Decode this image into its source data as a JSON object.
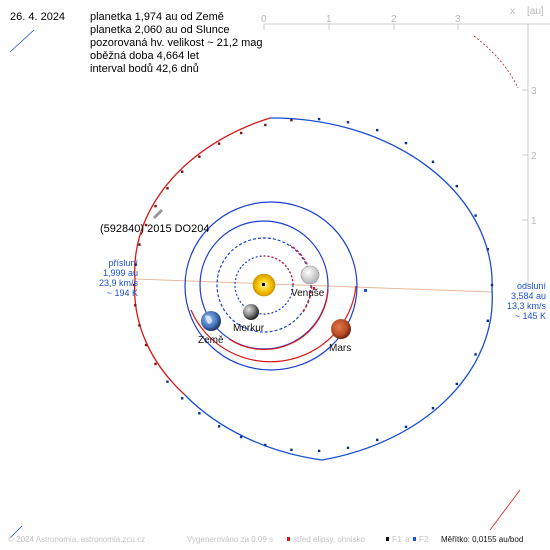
{
  "header": {
    "date": "26. 4. 2024",
    "lines": [
      "planetka 1,974 au od Země",
      "planetka 2,060 au od Slunce",
      "pozorovaná hv. velikost ~ 21,2 mag",
      "oběžná doba 4,664 let",
      "interval bodů 42,6 dnů"
    ]
  },
  "axes": {
    "x_ticks": [
      "0",
      "1",
      "2",
      "3"
    ],
    "x_label": "x",
    "y_ticks": [
      "1",
      "2",
      "3"
    ],
    "unit": "[au]"
  },
  "asteroid": {
    "name": "(592840) 2015 DO204"
  },
  "perihelion": {
    "title": "přísluní",
    "distance": "1,999 au",
    "speed": "23,9 km/s",
    "temperature": "~ 194 K"
  },
  "aphelion": {
    "title": "odsluní",
    "distance": "3,584 au",
    "speed": "13,3 km/s",
    "temperature": "~ 145 K"
  },
  "planets": {
    "venus": "Venuše",
    "mercury": "Merkur",
    "earth": "Země",
    "mars": "Mars"
  },
  "footer": {
    "copyright": "© 2024 Astronomia, astronomia.zcu.cz",
    "generated": "Vygenerováno za 0,09 s",
    "legend_center": "střed elipsy, ohnisko",
    "legend_f1": "F1",
    "legend_a": "a",
    "legend_f2": "F2",
    "scale": "Měřítko: 0,0155 au/bod"
  },
  "colors": {
    "asteroid_above": "#d81818",
    "asteroid_below": "#1a4fd6",
    "planet_orbit": "#1a3fd0",
    "apsis_line": "#e8b89a",
    "axis": "#cccccc"
  }
}
